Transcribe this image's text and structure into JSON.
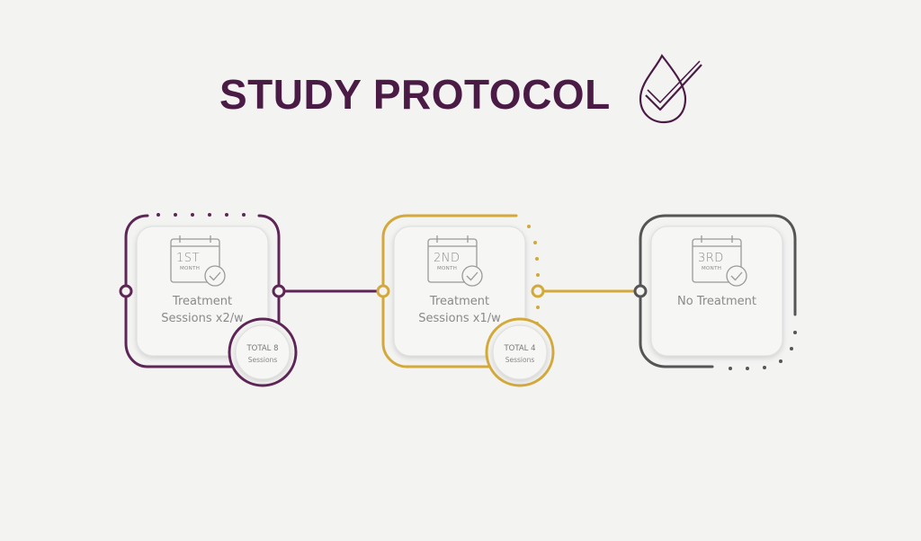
{
  "title": "STUDY PROTOCOL",
  "colors": {
    "background": "#f3f3f2",
    "title": "#4a1b44",
    "stage1": "#5e2557",
    "stage2": "#d4a93b",
    "stage3": "#555555",
    "card": "#f6f6f5",
    "icon": "#9a9a9a"
  },
  "icons": {
    "title": "drop-check-icon",
    "calendar": "calendar-check-icon"
  },
  "stages": [
    {
      "ordinal": "1ST",
      "unit": "MONTH",
      "line1": "Treatment",
      "line2": "Sessions x2/w",
      "total_top": "TOTAL 8",
      "total_bottom": "Sessions"
    },
    {
      "ordinal": "2ND",
      "unit": "MONTH",
      "line1": "Treatment",
      "line2": "Sessions x1/w",
      "total_top": "TOTAL 4",
      "total_bottom": "Sessions"
    },
    {
      "ordinal": "3RD",
      "unit": "MONTH",
      "line1": "No Treatment"
    }
  ]
}
